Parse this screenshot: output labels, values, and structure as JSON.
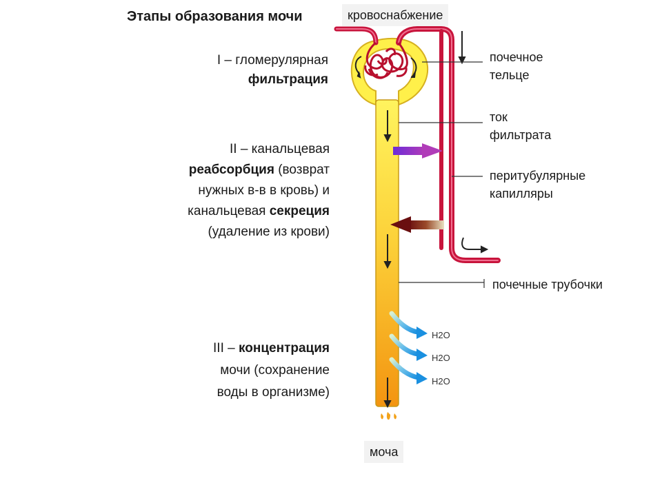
{
  "title": "Этапы образования мочи",
  "stage1": {
    "line1": "I – гломерулярная",
    "line2": "фильтрация"
  },
  "stage2": {
    "line1": "II – канальцевая",
    "line2_bold": "реабсорбция",
    "line2_rest": " (возврат",
    "line3": "нужных в-в в кровь) и",
    "line4_plain": "канальцевая ",
    "line4_bold": "секреция",
    "line5": "(удаление  из крови)"
  },
  "stage3": {
    "line1_plain": "III – ",
    "line1_bold": "концентрация",
    "line2": "мочи (сохранение",
    "line3": "воды в организме)"
  },
  "labels": {
    "blood_supply": "кровоснабжение",
    "renal_corpuscle_1": "почечное",
    "renal_corpuscle_2": "тельце",
    "filtrate_flow_1": "ток",
    "filtrate_flow_2": "фильтрата",
    "peritubular_1": "перитубулярные",
    "peritubular_2": "капилляры",
    "renal_tubules": "почечные трубочки",
    "urine": "моча",
    "water": "H2O"
  },
  "colors": {
    "vessel": "#c8143c",
    "tubule_top": "#ffee55",
    "tubule_bottom": "#f49a10",
    "reabsorption_arrow": "#8a2fc7",
    "secretion_arrow": "#7a1a14",
    "water_arrow": "#2a9fe0"
  }
}
